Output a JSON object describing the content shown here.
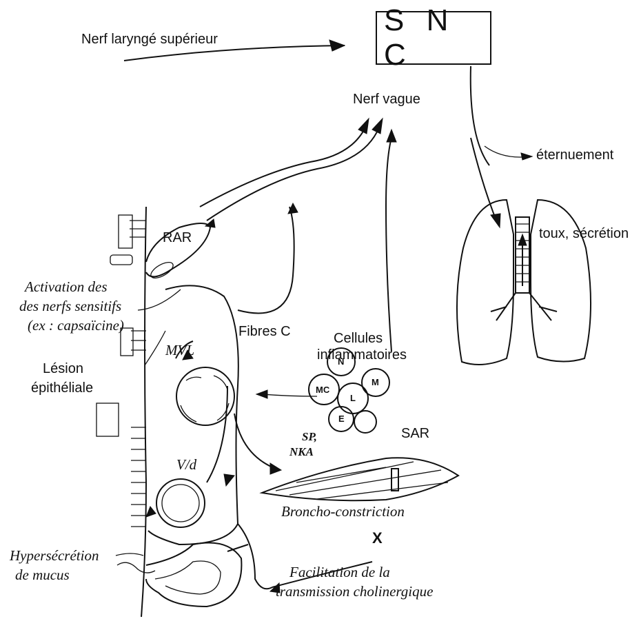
{
  "center_box": {
    "label": "S N C"
  },
  "labels": {
    "nerf_larynge": "Nerf laryngé supérieur",
    "nerf_vague": "Nerf vague",
    "eternuement": "éternuement",
    "toux": "toux, sécrétion",
    "rar": "RAR",
    "activation_line1": "Activation des",
    "activation_line2": "des nerfs sensitifs",
    "activation_line3": "(ex : capsaïcine)",
    "fibres_c": "Fibres C",
    "cellules_line1": "Cellules",
    "cellules_line2": "inflammatoires",
    "lesion_line1": "Lésion",
    "lesion_line2": "épithéliale",
    "mvl": "MVL",
    "vd": "V/d",
    "sp_line1": "SP,",
    "sp_line2": "NKA",
    "sar": "SAR",
    "broncho": "Broncho-constriction",
    "x_mark": "X",
    "hyper_line1": "Hypersécrétion",
    "hyper_line2": "de mucus",
    "facil_line1": "Facilitation de la",
    "facil_line2": "transmission cholinergique"
  },
  "cell_cluster": {
    "cells": [
      "N",
      "MC",
      "L",
      "M",
      "E"
    ]
  }
}
